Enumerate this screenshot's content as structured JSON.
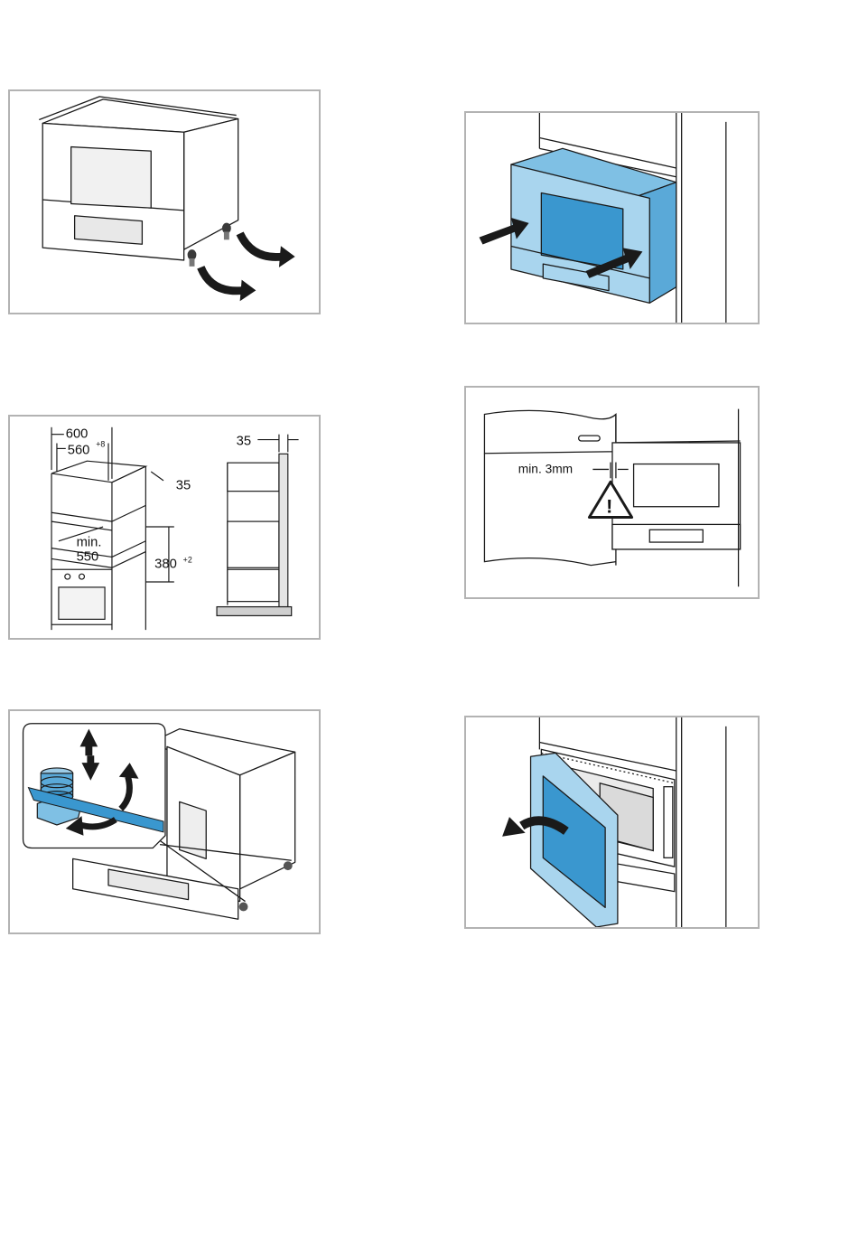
{
  "figures": {
    "fig3": {
      "dim_width_outer": "600",
      "dim_width_inner": "560",
      "dim_width_inner_tol": "+8",
      "dim_side_top": "35",
      "dim_depth_min": "min.",
      "dim_depth_value": "550",
      "dim_height": "380",
      "dim_height_tol": "+2",
      "dim_side_view": "35"
    },
    "fig4": {
      "gap_label": "min. 3mm",
      "warning_glyph": "!"
    }
  },
  "colors": {
    "line": "#1a1a1a",
    "panel_border": "#b3b3b3",
    "accent_light": "#a9d5ee",
    "accent_mid": "#6fb7df",
    "accent_dark": "#3a97cf"
  }
}
